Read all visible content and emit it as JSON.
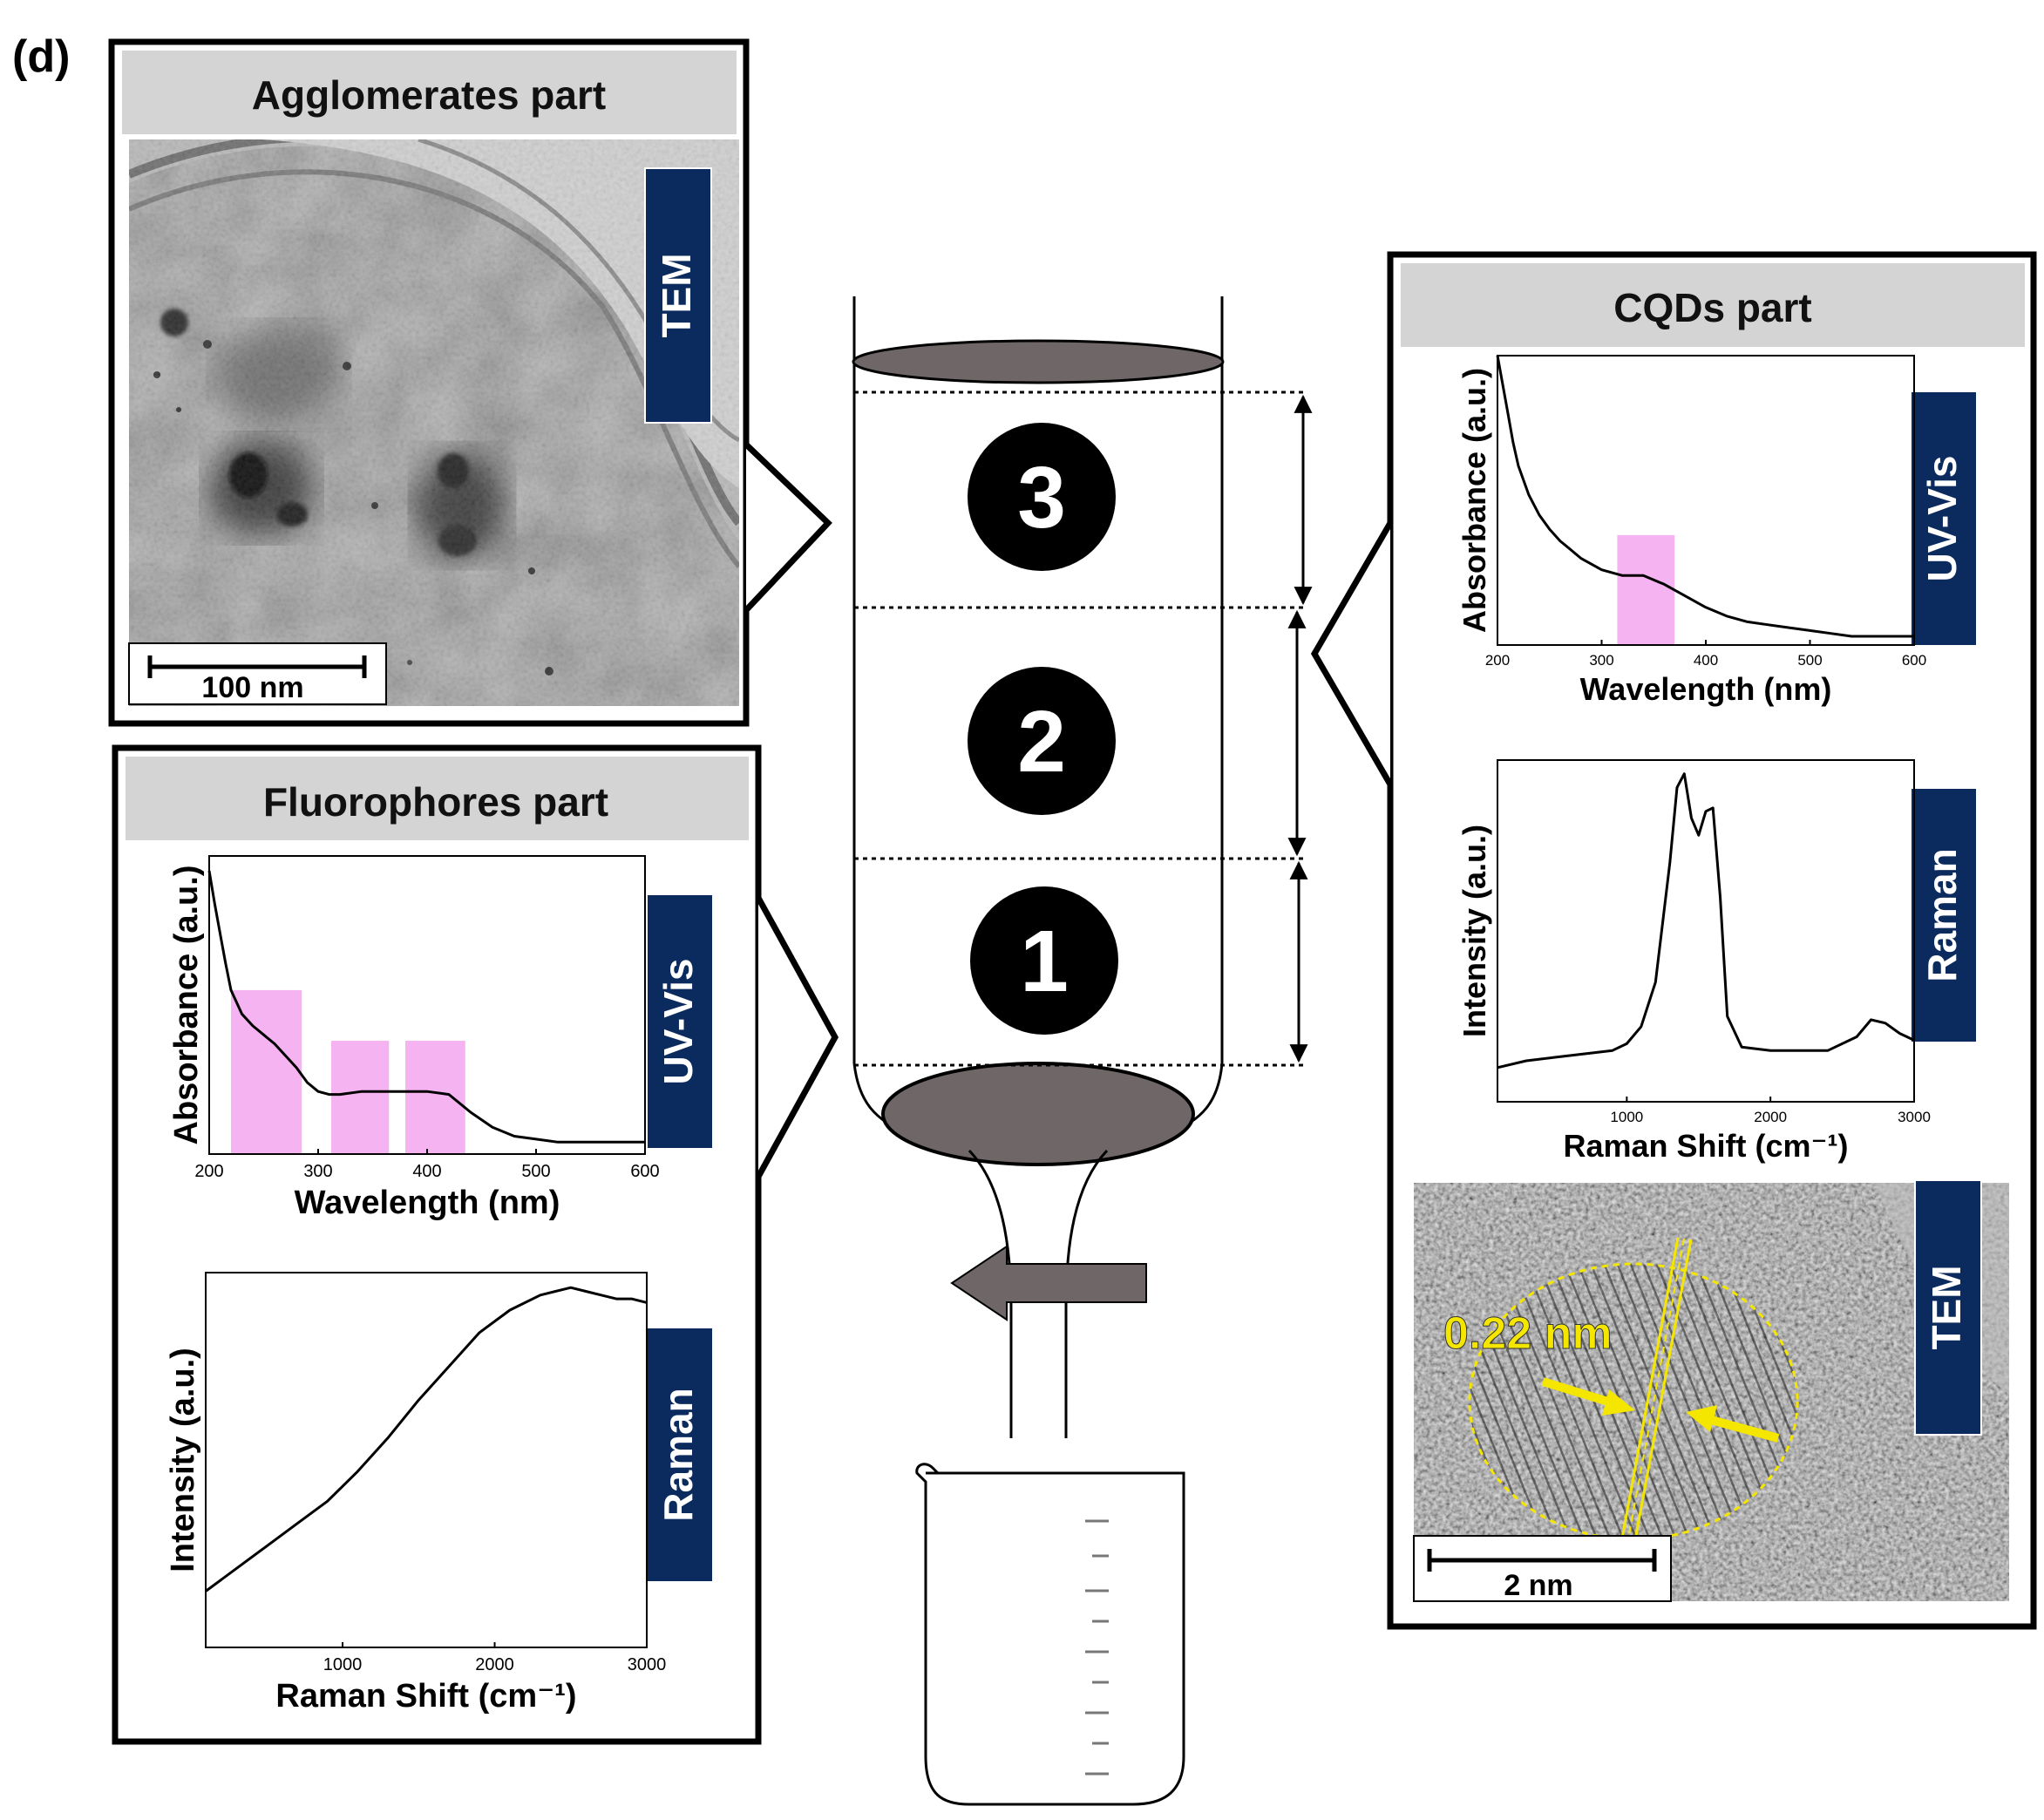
{
  "panel_label": "(d)",
  "column": {
    "zones": [
      "3",
      "2",
      "1"
    ]
  },
  "agglomerates": {
    "title": "Agglomerates part",
    "tem_tag": "TEM",
    "scale_bar": "100 nm"
  },
  "fluorophores": {
    "title": "Fluorophores part",
    "uv_tag": "UV-Vis",
    "raman_tag": "Raman"
  },
  "cqds": {
    "title": "CQDs part",
    "uv_tag": "UV-Vis",
    "raman_tag": "Raman",
    "tem_tag": "TEM",
    "lattice_label": "0.22 nm",
    "scale_bar": "2 nm"
  },
  "colors": {
    "navy": "#0b2a5e",
    "highlight": "#f4a6f0",
    "header_gray": "#d4d4d4",
    "column_fill": "#6f6767",
    "annotation_yellow": "#f5e600"
  },
  "chart_data": [
    {
      "id": "fluoro-uv",
      "type": "line",
      "xlabel": "Wavelength (nm)",
      "ylabel": "Absorbance (a.u.)",
      "xlim": [
        200,
        600
      ],
      "ylim": [
        0,
        1
      ],
      "xticks": [
        200,
        300,
        400,
        500,
        600
      ],
      "highlights": [
        [
          220,
          285
        ],
        [
          312,
          365
        ],
        [
          380,
          435
        ]
      ],
      "x": [
        200,
        205,
        210,
        215,
        220,
        230,
        240,
        250,
        260,
        270,
        280,
        290,
        300,
        310,
        320,
        340,
        360,
        380,
        400,
        420,
        440,
        460,
        480,
        500,
        520,
        550,
        600
      ],
      "y": [
        0.95,
        0.84,
        0.74,
        0.64,
        0.55,
        0.47,
        0.43,
        0.4,
        0.37,
        0.33,
        0.29,
        0.24,
        0.21,
        0.2,
        0.2,
        0.21,
        0.21,
        0.21,
        0.21,
        0.2,
        0.14,
        0.09,
        0.06,
        0.05,
        0.04,
        0.04,
        0.04
      ]
    },
    {
      "id": "fluoro-raman",
      "type": "line",
      "xlabel": "Raman Shift (cm⁻¹)",
      "ylabel": "Intensity (a.u.)",
      "xlim": [
        100,
        3000
      ],
      "ylim": [
        0,
        1
      ],
      "xticks": [
        1000,
        2000,
        3000
      ],
      "x": [
        100,
        300,
        500,
        700,
        900,
        1100,
        1300,
        1500,
        1700,
        1900,
        2100,
        2300,
        2500,
        2600,
        2700,
        2800,
        2900,
        3000
      ],
      "y": [
        0.15,
        0.21,
        0.27,
        0.33,
        0.39,
        0.47,
        0.56,
        0.66,
        0.75,
        0.84,
        0.9,
        0.94,
        0.96,
        0.95,
        0.94,
        0.93,
        0.93,
        0.92
      ]
    },
    {
      "id": "cqds-uv",
      "type": "line",
      "xlabel": "Wavelength (nm)",
      "ylabel": "Absorbance (a.u.)",
      "xlim": [
        200,
        600
      ],
      "ylim": [
        0,
        1
      ],
      "xticks": [
        200,
        300,
        400,
        500,
        600
      ],
      "highlights": [
        [
          315,
          370
        ]
      ],
      "x": [
        200,
        205,
        210,
        215,
        220,
        230,
        240,
        250,
        260,
        270,
        280,
        300,
        320,
        340,
        360,
        380,
        400,
        420,
        440,
        460,
        480,
        500,
        520,
        540,
        560,
        600
      ],
      "y": [
        1.0,
        0.9,
        0.8,
        0.7,
        0.62,
        0.52,
        0.45,
        0.4,
        0.36,
        0.33,
        0.3,
        0.26,
        0.24,
        0.24,
        0.21,
        0.17,
        0.13,
        0.1,
        0.08,
        0.07,
        0.06,
        0.05,
        0.04,
        0.03,
        0.03,
        0.03
      ]
    },
    {
      "id": "cqds-raman",
      "type": "line",
      "xlabel": "Raman Shift (cm⁻¹)",
      "ylabel": "Intensity (a.u.)",
      "xlim": [
        100,
        3000
      ],
      "ylim": [
        0,
        1
      ],
      "xticks": [
        1000,
        2000,
        3000
      ],
      "x": [
        100,
        300,
        500,
        700,
        900,
        1000,
        1100,
        1200,
        1300,
        1350,
        1400,
        1450,
        1500,
        1550,
        1600,
        1650,
        1700,
        1800,
        2000,
        2200,
        2400,
        2600,
        2700,
        2800,
        2900,
        3000
      ],
      "y": [
        0.1,
        0.12,
        0.13,
        0.14,
        0.15,
        0.17,
        0.22,
        0.35,
        0.7,
        0.92,
        0.96,
        0.83,
        0.78,
        0.85,
        0.86,
        0.6,
        0.25,
        0.16,
        0.15,
        0.15,
        0.15,
        0.19,
        0.24,
        0.23,
        0.2,
        0.18
      ]
    }
  ]
}
